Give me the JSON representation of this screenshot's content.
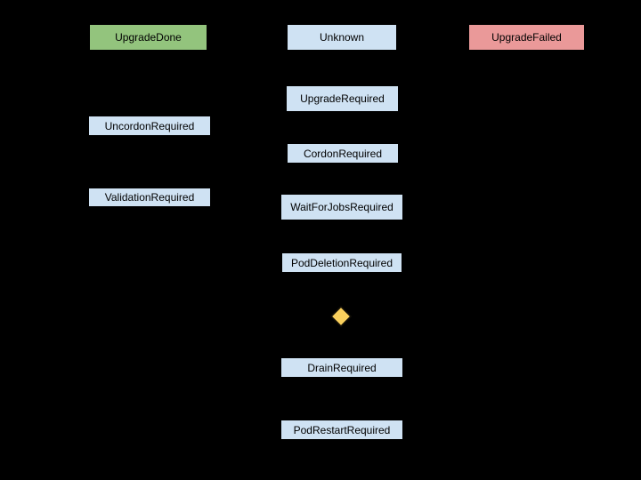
{
  "colors": {
    "background": "#000000",
    "green": "#93c47d",
    "blue": "#cfe2f3",
    "red": "#ea9999",
    "yellow": "#f9cf5c",
    "text": "#000000"
  },
  "nodes": [
    {
      "id": "upgrade-done",
      "label": "UpgradeDone",
      "color": "green"
    },
    {
      "id": "unknown",
      "label": "Unknown",
      "color": "blue"
    },
    {
      "id": "upgrade-failed",
      "label": "UpgradeFailed",
      "color": "red"
    },
    {
      "id": "upgrade-required",
      "label": "UpgradeRequired",
      "color": "blue"
    },
    {
      "id": "uncordon-required",
      "label": "UncordonRequired",
      "color": "blue"
    },
    {
      "id": "cordon-required",
      "label": "CordonRequired",
      "color": "blue"
    },
    {
      "id": "validation-required",
      "label": "ValidationRequired",
      "color": "blue"
    },
    {
      "id": "wait-for-jobs-required",
      "label": "WaitForJobsRequired",
      "color": "blue"
    },
    {
      "id": "pod-deletion-required",
      "label": "PodDeletionRequired",
      "color": "blue"
    },
    {
      "id": "drain-required",
      "label": "DrainRequired",
      "color": "blue"
    },
    {
      "id": "pod-restart-required",
      "label": "PodRestartRequired",
      "color": "blue"
    }
  ],
  "decision": {
    "id": "decision-diamond",
    "label": "",
    "color": "yellow"
  }
}
